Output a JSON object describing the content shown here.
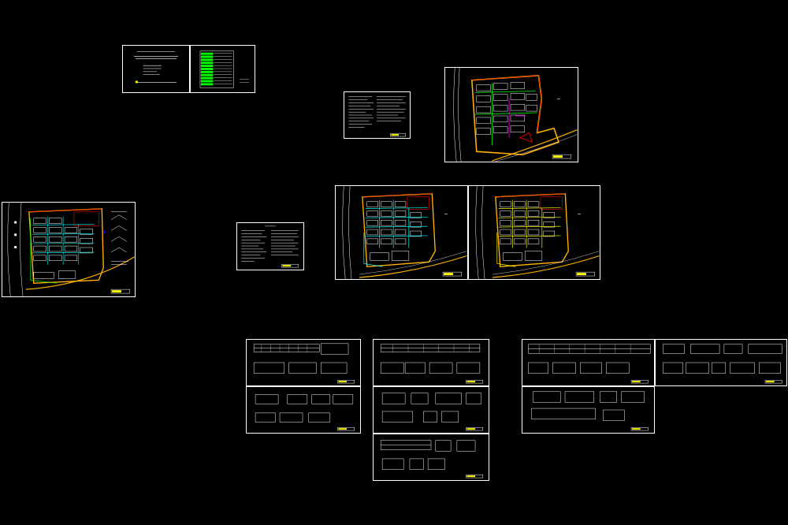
{
  "canvas": {
    "background": "#000000"
  },
  "palette": {
    "frame": "#ffffff",
    "road": "#ffb000",
    "road_edge": "#ff0000",
    "building": "#ffffff",
    "pipe_cyan": "#00ffff",
    "pipe_green": "#00ff00",
    "pipe_yellow": "#ffff00",
    "pipe_magenta": "#ff00ff",
    "title_block": "#ffff00",
    "accent_blue": "#0000ff"
  },
  "drawings": [
    {
      "id": "cover",
      "kind": "cover-sheet"
    },
    {
      "id": "index",
      "kind": "drawing-index"
    },
    {
      "id": "notes-1",
      "kind": "general-notes"
    },
    {
      "id": "plan-top",
      "kind": "site-plan"
    },
    {
      "id": "plan-left",
      "kind": "site-plan"
    },
    {
      "id": "notes-2",
      "kind": "general-notes"
    },
    {
      "id": "plan-mid-a",
      "kind": "site-plan"
    },
    {
      "id": "plan-mid-b",
      "kind": "site-plan"
    },
    {
      "id": "details-1",
      "kind": "detail-sheet"
    },
    {
      "id": "details-2",
      "kind": "detail-sheet"
    },
    {
      "id": "details-3",
      "kind": "detail-sheet"
    },
    {
      "id": "details-4",
      "kind": "detail-sheet"
    },
    {
      "id": "details-5",
      "kind": "detail-sheet"
    },
    {
      "id": "details-6",
      "kind": "detail-sheet"
    },
    {
      "id": "details-7",
      "kind": "detail-sheet"
    }
  ]
}
